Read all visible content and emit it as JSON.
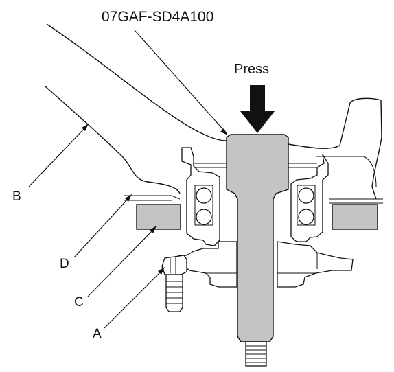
{
  "diagram": {
    "tool_label": "07GAF-SD4A100",
    "press_label": "Press",
    "callouts": [
      {
        "id": "A",
        "text": "A"
      },
      {
        "id": "B",
        "text": "B"
      },
      {
        "id": "C",
        "text": "C"
      },
      {
        "id": "D",
        "text": "D"
      }
    ]
  }
}
